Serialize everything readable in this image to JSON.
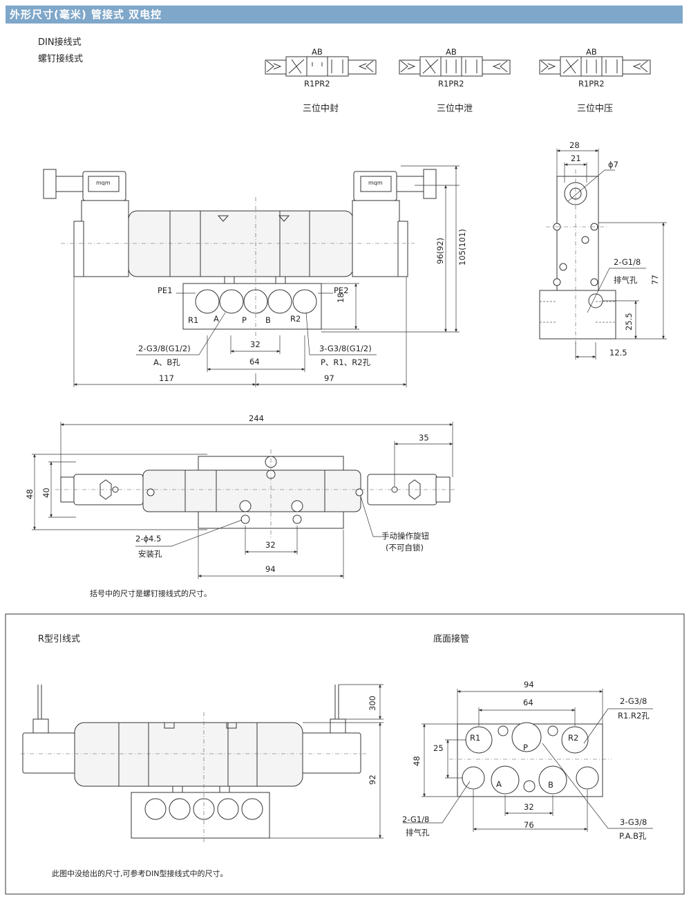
{
  "header": {
    "title": "外形尺寸(毫米)  管接式 双电控"
  },
  "wiring": {
    "din": "DIN接线式",
    "screw": "螺钉接线式",
    "r_type": "R型引线式",
    "bottom": "底面接管"
  },
  "symbols": [
    {
      "top": "AB",
      "bottom": "R1PR2",
      "caption": "三位中封"
    },
    {
      "top": "AB",
      "bottom": "R1PR2",
      "caption": "三位中泄"
    },
    {
      "top": "AB",
      "bottom": "R1PR2",
      "caption": "三位中压"
    }
  ],
  "front": {
    "coil_brand": "mqm",
    "pe1": "PE1",
    "pe2": "PE2",
    "ports": {
      "r1": "R1",
      "a": "A",
      "p": "P",
      "b": "B",
      "r2": "R2"
    },
    "dims": {
      "d32": "32",
      "d64": "64",
      "d117": "117",
      "d97": "97",
      "d18": "18",
      "h96": "96(92)",
      "h105": "105(101)"
    },
    "callout_left": {
      "spec": "2-G3/8(G1/2)",
      "desc": "A、B孔"
    },
    "callout_right": {
      "spec": "3-G3/8(G1/2)",
      "desc": "P、R1、R2孔"
    }
  },
  "side": {
    "dims": {
      "d28": "28",
      "d21": "21",
      "phi7": "ϕ7",
      "d77": "77",
      "d25_5": "25.5",
      "d12_5": "12.5"
    },
    "exhaust": {
      "spec": "2-G1/8",
      "desc": "排气孔"
    }
  },
  "top": {
    "dims": {
      "d244": "244",
      "d35": "35",
      "d48": "48",
      "d40": "40",
      "d32": "32",
      "d94": "94"
    },
    "mount": {
      "spec": "2-ϕ4.5",
      "desc": "安装孔"
    },
    "manual": {
      "spec": "手动操作旋钮",
      "desc": "(不可自锁)"
    }
  },
  "note1": "括号中的尺寸是螺钉接线式的尺寸。",
  "rtype": {
    "dims": {
      "d300": "300",
      "d92": "92"
    }
  },
  "bottom": {
    "ports": {
      "r1": "R1",
      "p": "P",
      "r2": "R2",
      "a": "A",
      "b": "B"
    },
    "dims": {
      "d94": "94",
      "d64": "64",
      "d25": "25",
      "d48": "48",
      "d32": "32",
      "d76": "76"
    },
    "callout_top": {
      "spec": "2-G3/8",
      "desc": "R1.R2孔"
    },
    "callout_left": {
      "spec": "2-G1/8",
      "desc": "排气孔"
    },
    "callout_right": {
      "spec": "3-G3/8",
      "desc": "P.A.B孔"
    }
  },
  "note2": "此图中没给出的尺寸,可参考DIN型接线式中的尺寸。"
}
